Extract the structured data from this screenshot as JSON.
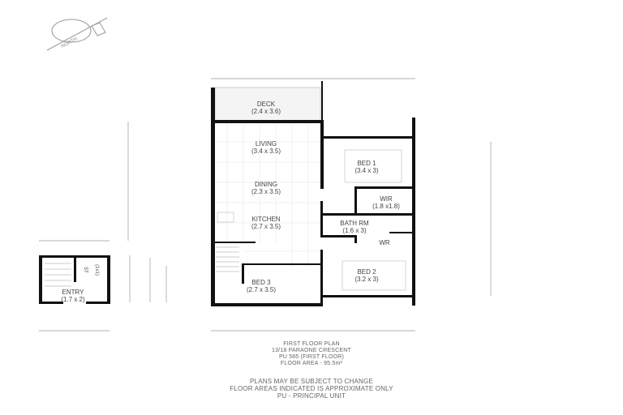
{
  "compass": {
    "label": "NORTH"
  },
  "rooms": [
    {
      "name": "DECK",
      "size": "(2.4 x 3.6)"
    },
    {
      "name": "LIVING",
      "size": "(3.4 x 3.5)"
    },
    {
      "name": "DINING",
      "size": "(2.3 x 3.5)"
    },
    {
      "name": "KITCHEN",
      "size": "(2.7 x 3.5)"
    },
    {
      "name": "BED 1",
      "size": "(3.4 x 3)"
    },
    {
      "name": "WIR",
      "size": "(1.8 x1.8)"
    },
    {
      "name": "BATH RM",
      "size": "(1.6 x 3)"
    },
    {
      "name": "WR",
      "size": ""
    },
    {
      "name": "BED 2",
      "size": "(3.2 x 3)"
    },
    {
      "name": "BED 3",
      "size": "(2.7 x 3.5)"
    },
    {
      "name": "ENTRY",
      "size": "(1.7 x 2)"
    },
    {
      "name": "ST",
      "size": "(1x1)"
    }
  ],
  "plan_info": [
    "FIRST FLOOR PLAN",
    "13/18 PARAONE CRESCENT",
    "PU 585 (FIRST FLOOR)",
    "FLOOR AREA - 95.5m²"
  ],
  "disclaimer": [
    "PLANS MAY BE SUBJECT TO CHANGE",
    "FLOOR AREAS INDICATED IS APPROXIMATE ONLY",
    "PU - PRINCIPAL UNIT"
  ]
}
